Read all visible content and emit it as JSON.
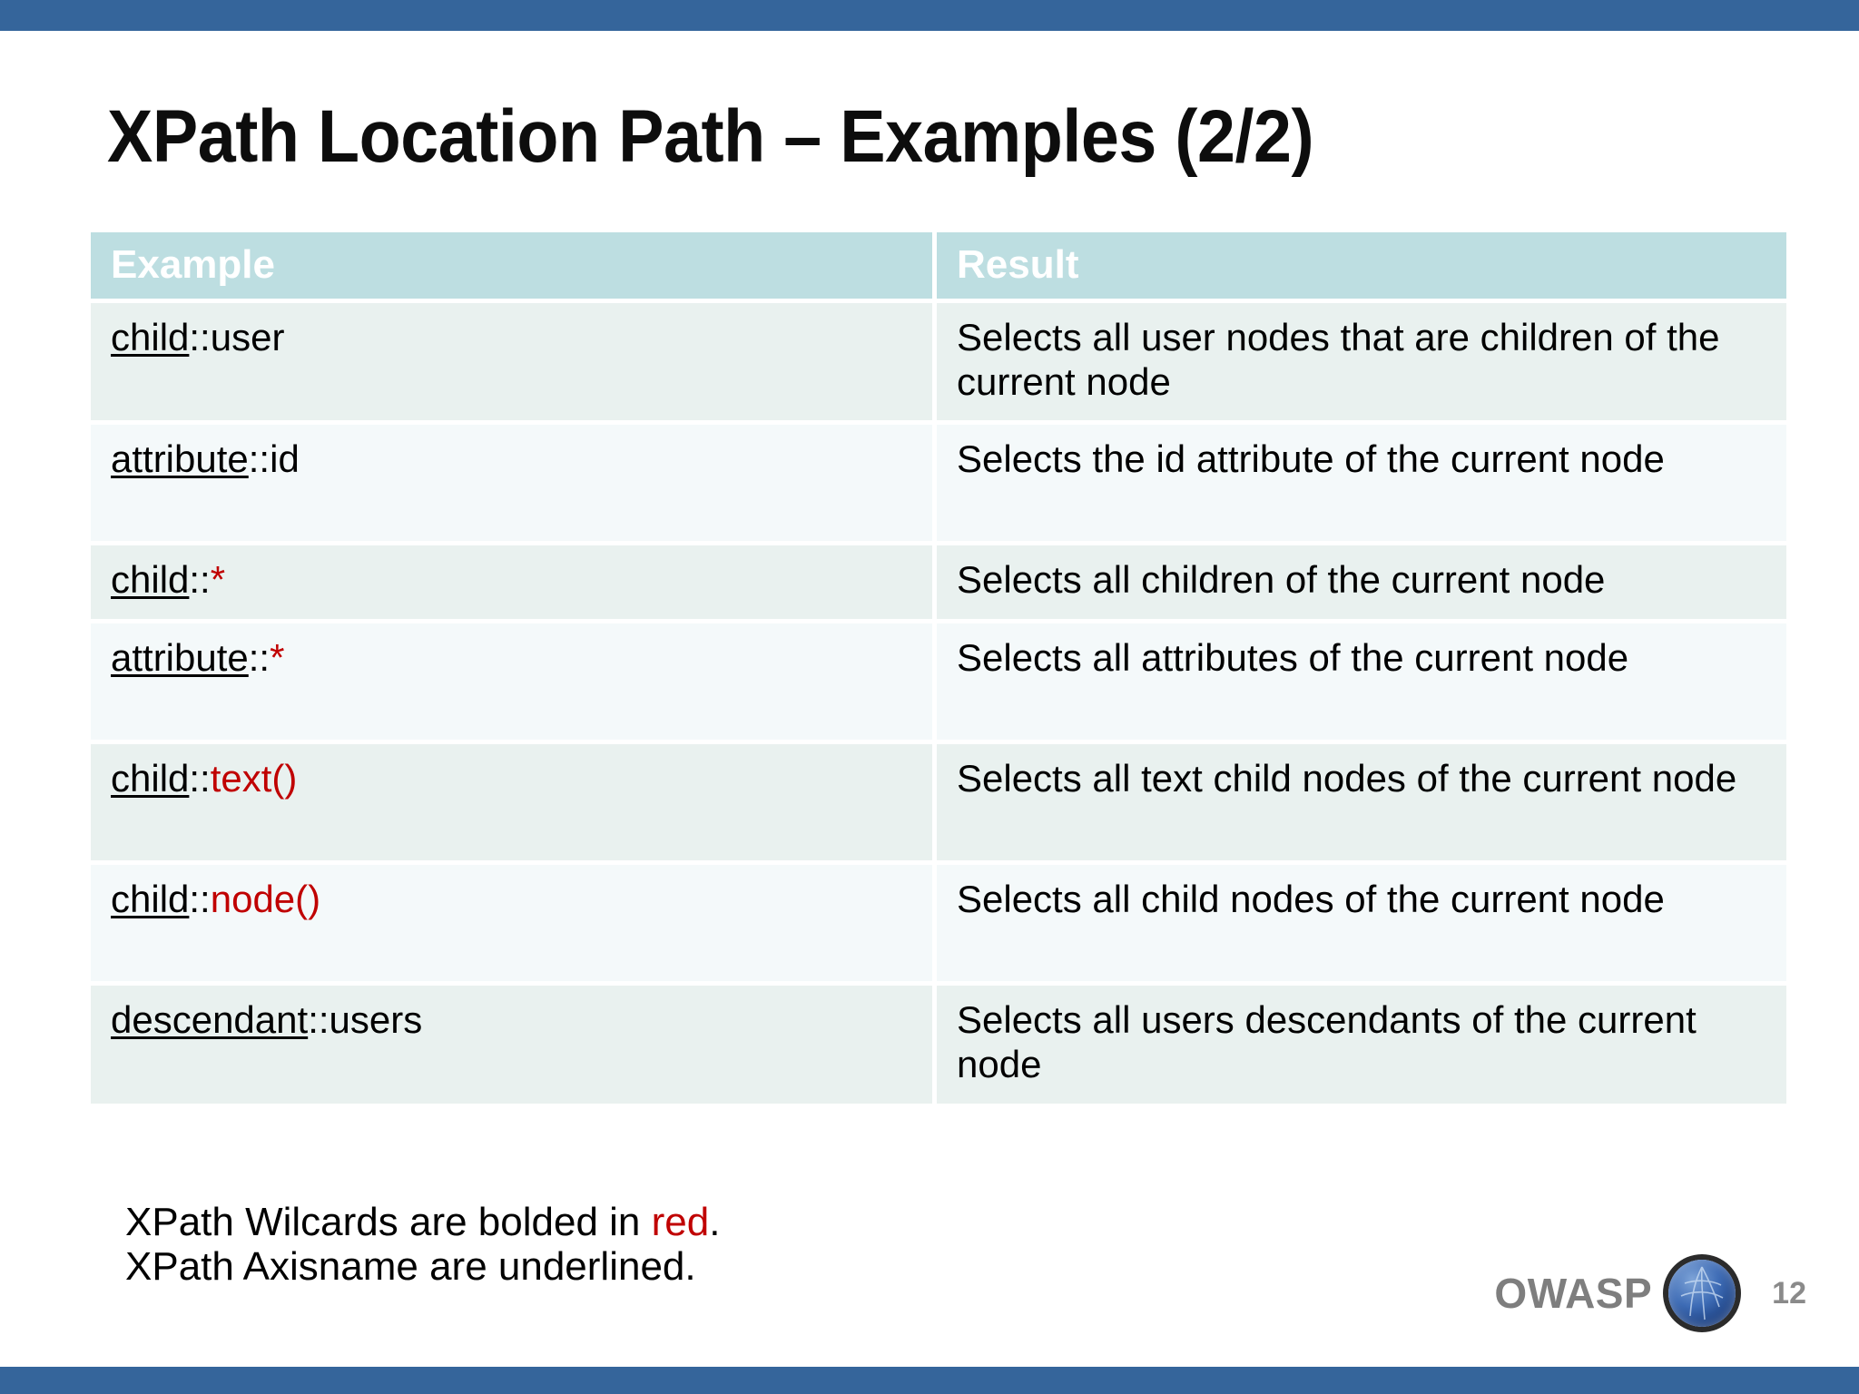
{
  "slide": {
    "title": "XPath Location Path – Examples (2/2)",
    "accent_bar_color": "#35659b",
    "header_bg_color": "#bddee1",
    "wildcard_color": "#c00000",
    "row_color_a": "#e9f1ef",
    "row_color_b": "#f4f9fa"
  },
  "table": {
    "headers": {
      "example": "Example",
      "result": "Result"
    },
    "rows": [
      {
        "axis": "child",
        "sep": "::",
        "test": "user",
        "test_is_wildcard": false,
        "example_full": "child::user",
        "result": "Selects all user nodes that are children of the current node"
      },
      {
        "axis": "attribute",
        "sep": "::",
        "test": "id",
        "test_is_wildcard": false,
        "example_full": "attribute::id",
        "result": "Selects the id attribute of the current node"
      },
      {
        "axis": "child",
        "sep": "::",
        "test": "*",
        "test_is_wildcard": true,
        "example_full": "child::*",
        "result": "Selects all children of the current node"
      },
      {
        "axis": "attribute",
        "sep": "::",
        "test": "*",
        "test_is_wildcard": true,
        "example_full": "attribute::*",
        "result": "Selects all attributes of the current node"
      },
      {
        "axis": "child",
        "sep": "::",
        "test": "text()",
        "test_is_wildcard": true,
        "example_full": "child::text()",
        "result": "Selects all text child nodes of the current node"
      },
      {
        "axis": "child",
        "sep": "::",
        "test": "node()",
        "test_is_wildcard": true,
        "example_full": "child::node()",
        "result": "Selects all child nodes of the current node"
      },
      {
        "axis": "descendant",
        "sep": "::",
        "test": "users",
        "test_is_wildcard": false,
        "example_full": "descendant::users",
        "result": "Selects all users descendants of the current node"
      }
    ]
  },
  "footnote": {
    "line1_prefix": "XPath Wilcards are bolded in ",
    "line1_red": "red",
    "line1_suffix": ".",
    "line2": "XPath Axisname are underlined."
  },
  "footer": {
    "brand": "OWASP",
    "logo_icon": "owasp-globe-icon",
    "page_number": "12"
  }
}
